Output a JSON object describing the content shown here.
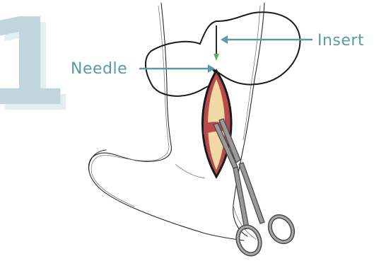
{
  "step": {
    "number": "1"
  },
  "labels": {
    "needle": "Needle",
    "insert": "Insert"
  },
  "colors": {
    "step_number": "#bfd6dd",
    "step_shadow": "#e3eef1",
    "label": "#5b9aa4",
    "outline": "#1a1a1a",
    "incision_fill": "#f1d9a4",
    "tissue_red": "#b84a4c",
    "clamp_metal": "#8c8c8c",
    "clamp_edge": "#4a4a4a",
    "needle_tip": "#58b05a"
  }
}
